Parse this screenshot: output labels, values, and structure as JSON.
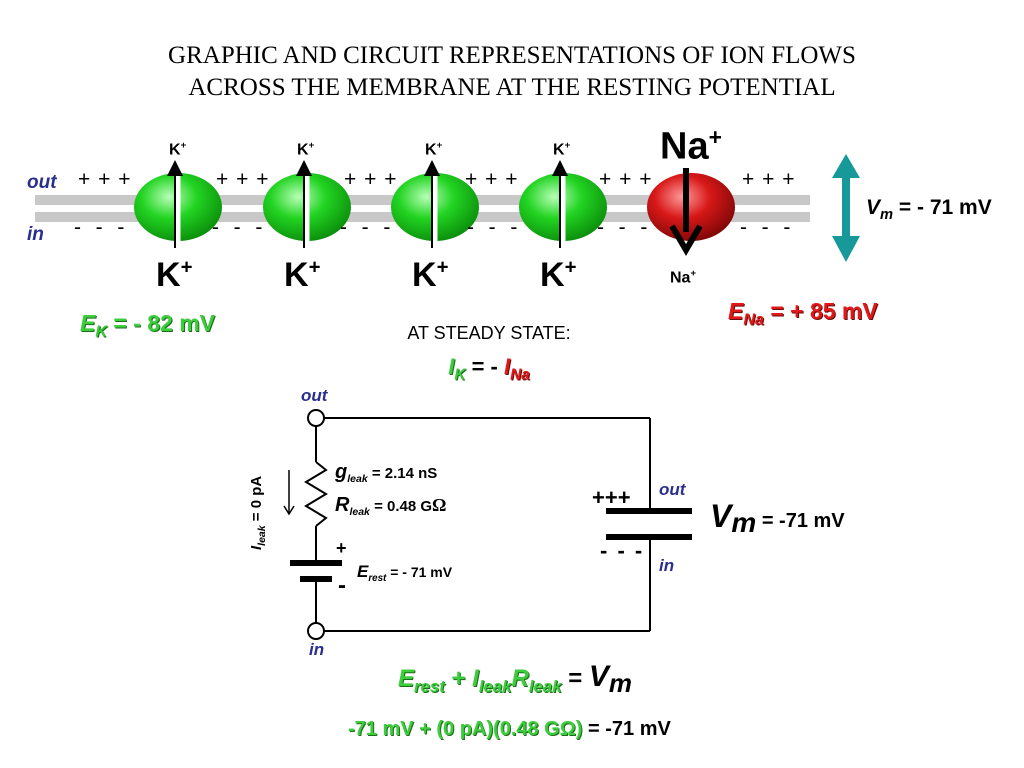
{
  "title": {
    "line1": "GRAPHIC AND CIRCUIT REPRESENTATIONS OF ION FLOWS",
    "line2": "ACROSS THE MEMBRANE AT THE RESTING POTENTIAL"
  },
  "membrane": {
    "out_label": "out",
    "in_label": "in",
    "plus": "+ + +",
    "minus": "-  -  -",
    "k_channel_top": "K",
    "k_channel_bottom": "K",
    "ion_charge": "+",
    "na_channel_top": "Na",
    "na_channel_bottom": "Na",
    "colors": {
      "k_channel": "#22d422",
      "na_channel": "#d81818",
      "membrane": "#c8c8c8",
      "arrow": "#17999a"
    }
  },
  "vm_right": {
    "symbol": "V",
    "subscript": "m",
    "value": "= - 71 mV"
  },
  "ek": {
    "symbol": "E",
    "subscript": "K",
    "value": "= - 82 mV"
  },
  "ena": {
    "symbol": "E",
    "subscript": "Na",
    "value": "= + 85 mV"
  },
  "steady_state": {
    "heading": "AT STEADY STATE:",
    "lhs_symbol": "I",
    "lhs_sub": "K",
    "middle": "= -",
    "rhs_symbol": "I",
    "rhs_sub": "Na"
  },
  "circuit": {
    "out_top": "out",
    "in_bottom": "in",
    "out_cap": "out",
    "in_cap": "in",
    "g_symbol": "g",
    "g_sub": "leak",
    "g_value": "= 2.14 nS",
    "r_symbol": "R",
    "r_sub": "leak",
    "r_value": "=  0.48 G",
    "omega": "Ω",
    "i_symbol": "I",
    "i_sub": "leak",
    "i_value": "=  0  pA",
    "e_symbol": "E",
    "e_sub": "rest",
    "e_value": "= - 71 mV",
    "battery_plus": "+",
    "battery_minus": "-",
    "cap_plus": "+++",
    "cap_minus": "- - -",
    "vm_symbol": "V",
    "vm_sub": "m",
    "vm_value": "= -71 mV"
  },
  "equation": {
    "e_sym": "E",
    "e_sub": "rest",
    "plus": "+",
    "i_sym": "I",
    "i_sub": "leak",
    "r_sym": "R",
    "r_sub": "leak",
    "equals": "=",
    "vm_sym": "V",
    "vm_sub": "m",
    "numeric_green": "-71 mV + (0 pA)(0.48 GΩ)",
    "numeric_black": "= -71 mV"
  }
}
